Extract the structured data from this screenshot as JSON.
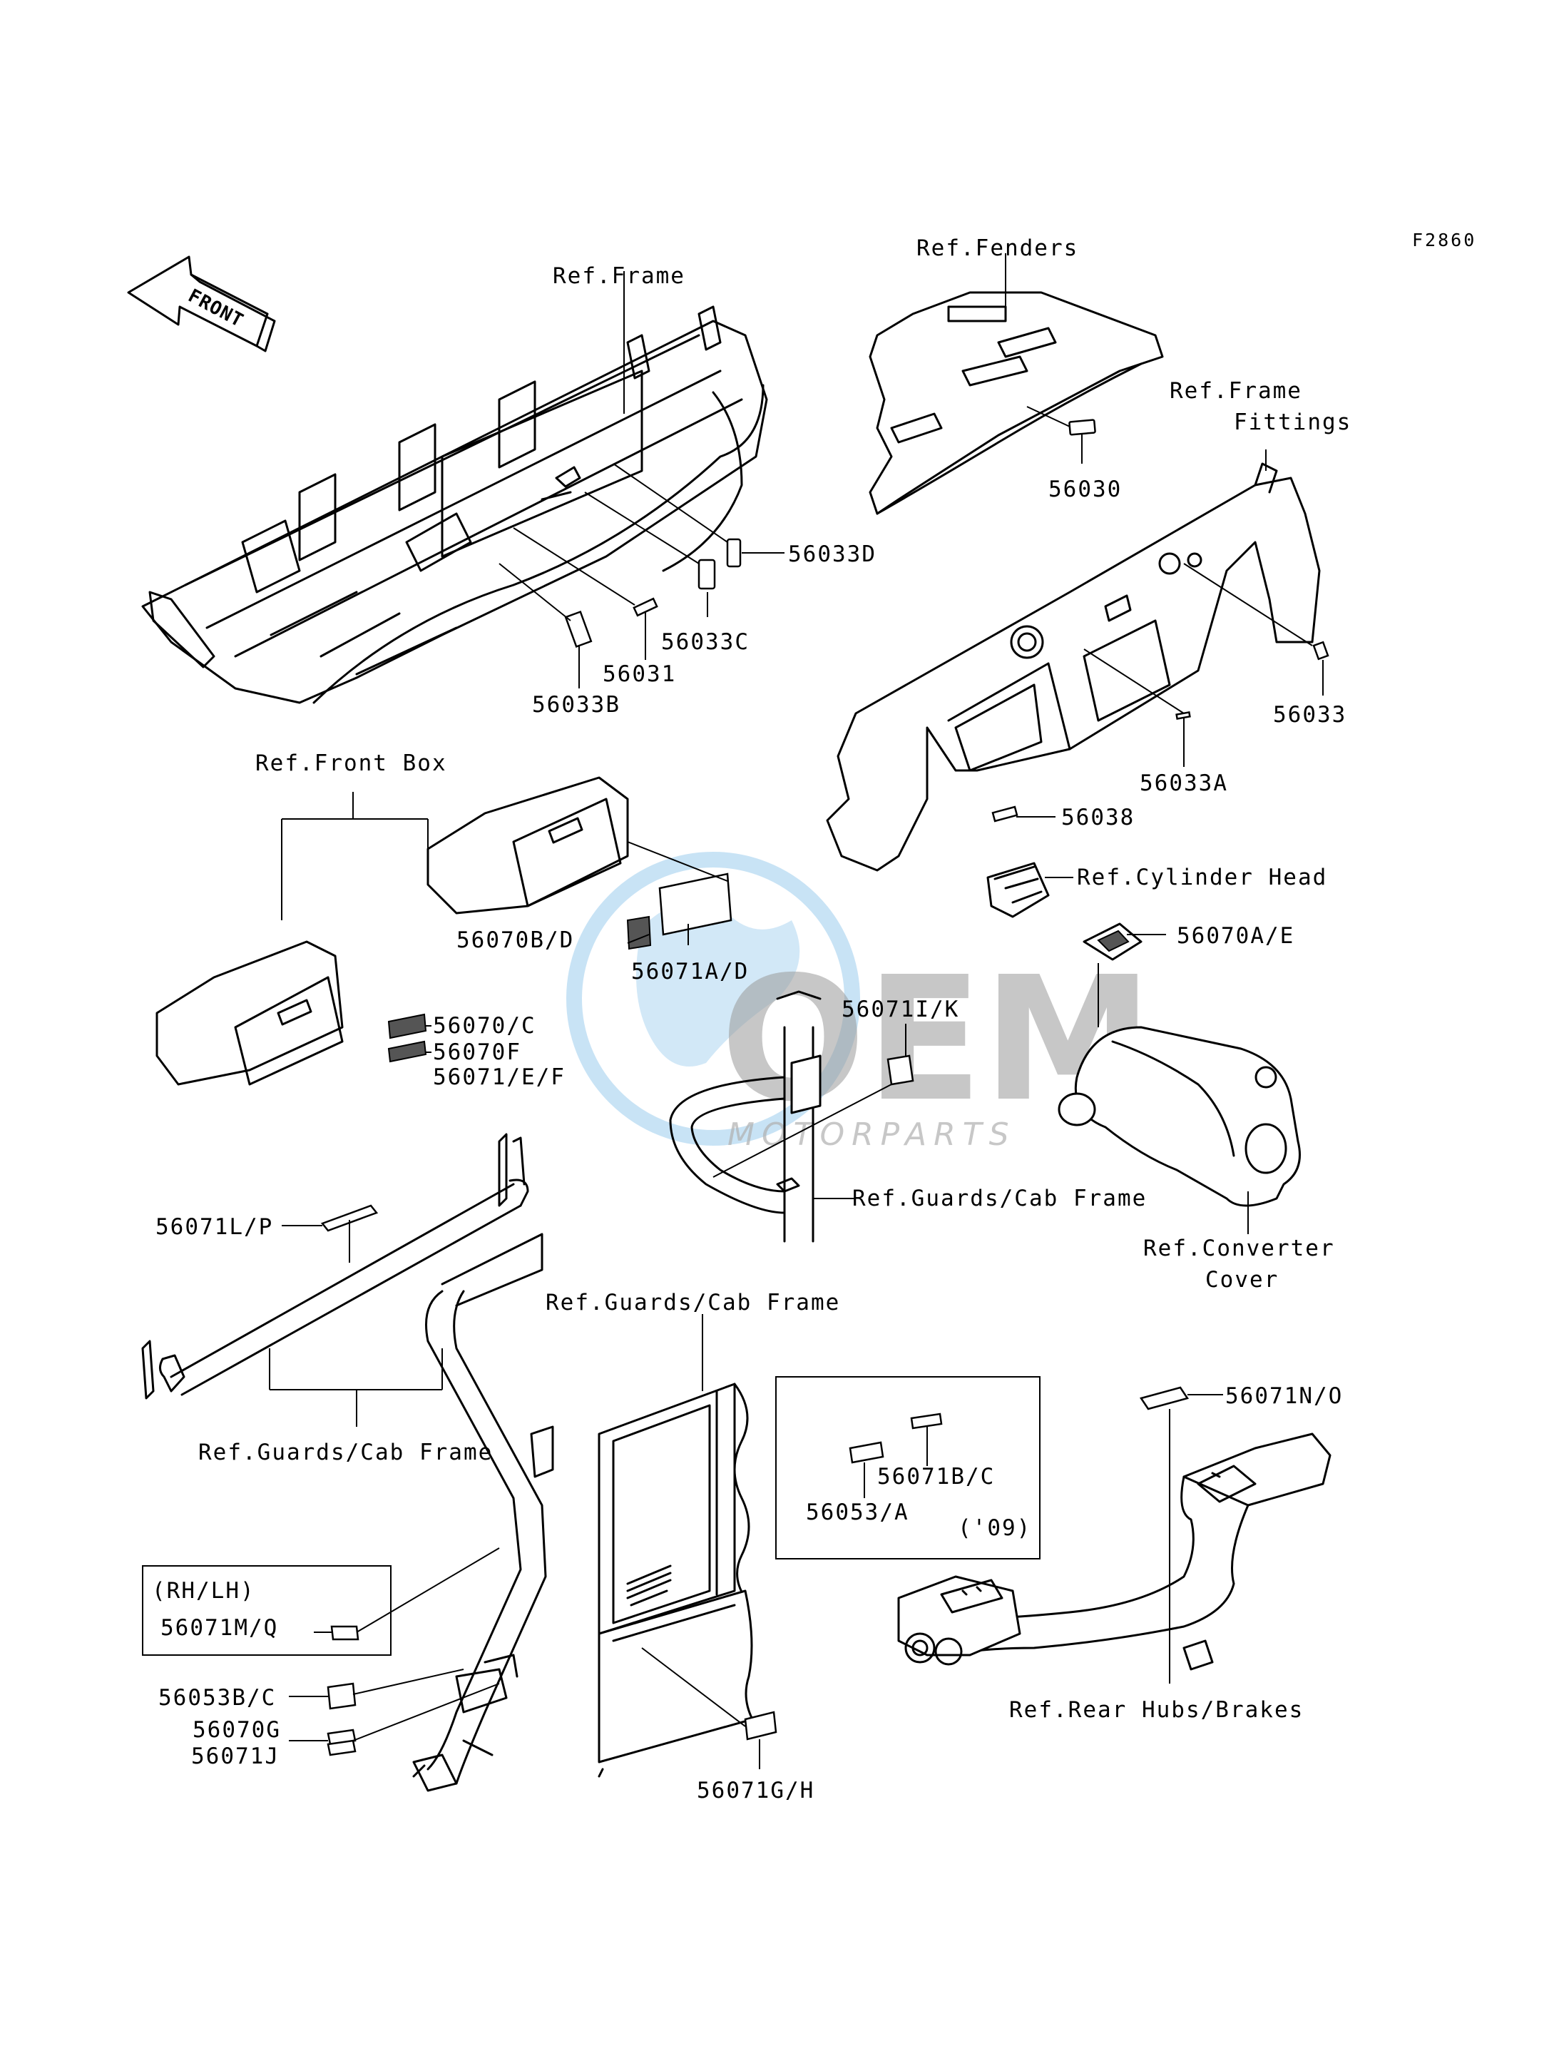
{
  "diagram_code": "F2860",
  "front_arrow_label": "FRONT",
  "watermark": {
    "brand": "OEM",
    "sub": "MOTORPARTS",
    "color": "#4aa3df"
  },
  "labels": {
    "ref_frame": "Ref.Frame",
    "ref_fenders": "Ref.Fenders",
    "ref_frame_fittings_1": "Ref.Frame",
    "ref_frame_fittings_2": "Fittings",
    "p56033D": "56033D",
    "p56033C": "56033C",
    "p56031": "56031",
    "p56033B": "56033B",
    "p56030": "56030",
    "p56033": "56033",
    "p56033A": "56033A",
    "ref_front_box": "Ref.Front Box",
    "p56038": "56038",
    "ref_cylinder_head": "Ref.Cylinder Head",
    "p56070BD": "56070B/D",
    "p56071AD": "56071A/D",
    "p56070AE": "56070A/E",
    "p56071IK": "56071I/K",
    "p56070C": "56070/C",
    "p56070F": "56070F",
    "p56071EF": "56071/E/F",
    "ref_guards_cab_1": "Ref.Guards/Cab Frame",
    "ref_converter_1": "Ref.Converter",
    "ref_converter_2": "Cover",
    "p56071LP": "56071L/P",
    "ref_guards_cab_2": "Ref.Guards/Cab Frame",
    "ref_guards_cab_3": "Ref.Guards/Cab Frame",
    "p56071NO": "56071N/O",
    "p56071BC": "56071B/C",
    "p56053A": "56053/A",
    "year09": "('09)",
    "rh_lh": "(RH/LH)",
    "p56071MQ": "56071M/Q",
    "p56053BC": "56053B/C",
    "p56070G": "56070G",
    "p56071J": "56071J",
    "p56071GH": "56071G/H",
    "ref_rear_hubs": "Ref.Rear Hubs/Brakes"
  }
}
